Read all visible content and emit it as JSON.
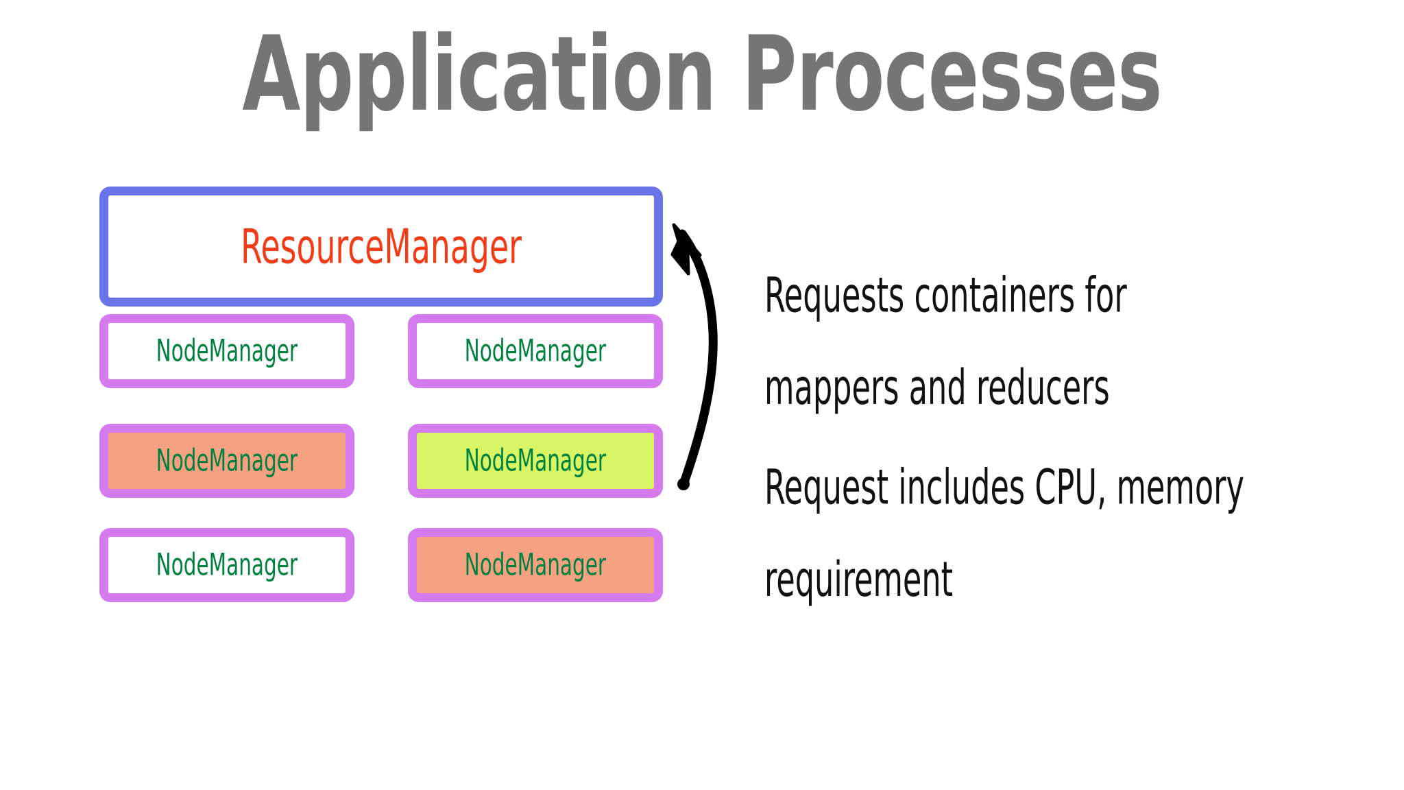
{
  "title": "Application Processes",
  "colors": {
    "title": "#757575",
    "resourcemanager_border": "#6B73E8",
    "resourcemanager_text": "#F23C17",
    "nodemanager_border": "#D47BF0",
    "nodemanager_text": "#00803F",
    "fill_white": "#FFFFFF",
    "fill_salmon": "#F7A183",
    "fill_lime": "#D7F564",
    "arrow": "#000000",
    "annotation_text": "#111111",
    "background": "#FFFFFF"
  },
  "diagram": {
    "resourcemanager": {
      "label": "ResourceManager",
      "fill": "white"
    },
    "nodemanager_rows": [
      {
        "cells": [
          {
            "label": "NodeManager",
            "fill": "white"
          },
          {
            "label": "NodeManager",
            "fill": "white"
          }
        ]
      },
      {
        "cells": [
          {
            "label": "NodeManager",
            "fill": "salmon"
          },
          {
            "label": "NodeManager",
            "fill": "lime"
          }
        ]
      },
      {
        "cells": [
          {
            "label": "NodeManager",
            "fill": "white"
          },
          {
            "label": "NodeManager",
            "fill": "salmon"
          }
        ]
      }
    ],
    "arrow": {
      "name": "curved-arrow",
      "direction": "up-left",
      "from": "node-managers",
      "to": "resourcemanager"
    }
  },
  "annotations": [
    {
      "id": "requests-containers",
      "text": "Requests containers for\nmappers and reducers"
    },
    {
      "id": "request-includes",
      "text": "Request includes CPU, memory\nrequirement"
    }
  ]
}
